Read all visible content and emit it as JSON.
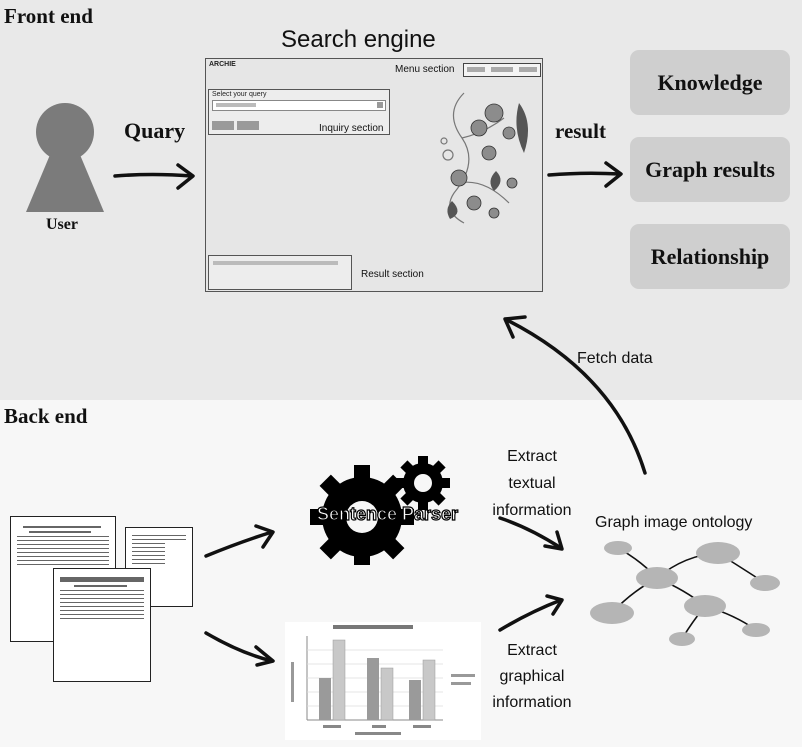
{
  "frontend": {
    "label": "Front end"
  },
  "backend": {
    "label": "Back end"
  },
  "user": {
    "label": "User"
  },
  "arrows": {
    "query_label": "Quary",
    "result_label": "result",
    "fetch_label": "Fetch data",
    "extract_textual_lines": [
      "Extract",
      "textual",
      "information"
    ],
    "extract_graphical_lines": [
      "Extract",
      "graphical",
      "information"
    ]
  },
  "search_engine": {
    "title": "Search engine",
    "logo": "ARCHIE",
    "menu_section_label": "Menu section",
    "inquiry_section_label": "Inquiry section",
    "result_section_label": "Result section",
    "select_query_label": "Select your query"
  },
  "results": {
    "items": [
      "Knowledge",
      "Graph results",
      "Relationship"
    ]
  },
  "sentence_parser": {
    "label": "Sentence Parser"
  },
  "ontology": {
    "label": "Graph image ontology"
  },
  "colors": {
    "frontend_bg": "#e9e9e9",
    "backend_bg": "#f7f7f7",
    "box_fill": "#cfcfcf",
    "node_fill": "#b5b5b5",
    "ink": "#111111"
  }
}
